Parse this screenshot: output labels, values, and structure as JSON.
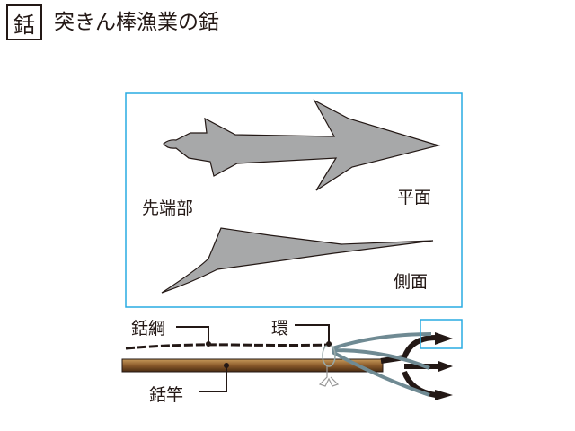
{
  "header": {
    "badge": "銛",
    "title": "突きん棒漁業の銛"
  },
  "labels": {
    "tip": "先端部",
    "plan_view": "平面",
    "side_view": "側面",
    "harpoon_rope": "銛綱",
    "ring": "環",
    "harpoon_pole": "銛竿"
  },
  "colors": {
    "frame": "#29abe2",
    "blade": "#a7a8a9",
    "pole": "#8b5a2b",
    "rope": "#6f8a93"
  }
}
